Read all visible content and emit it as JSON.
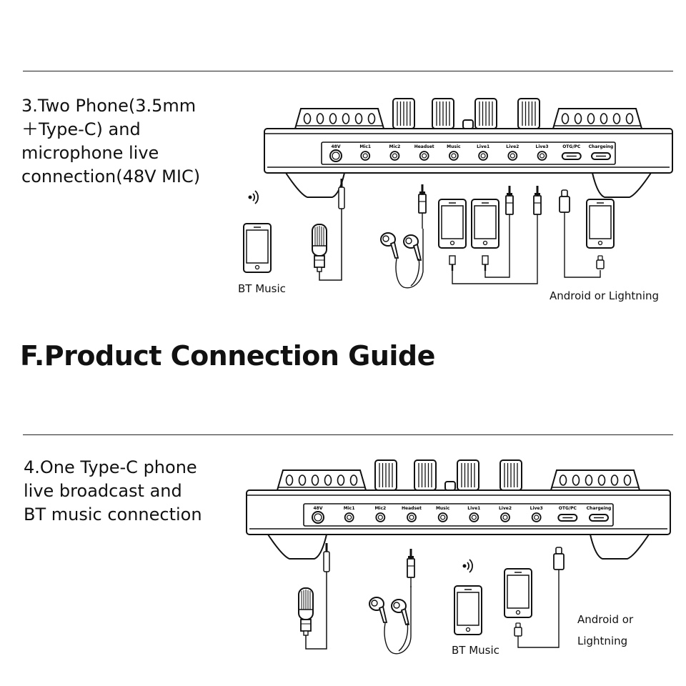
{
  "section3": {
    "title_lines": [
      "3.Two Phone(3.5mm",
      "＋Type-C) and",
      "microphone live",
      "connection(48V MIC)"
    ],
    "bt_music_label": "BT Music",
    "android_label": "Android or Lightning"
  },
  "main_heading": "F.Product Connection Guide",
  "section4": {
    "title_lines": [
      "4.One Type-C phone",
      "live broadcast and",
      "BT music connection"
    ],
    "bt_music_label": "BT Music",
    "android_label_lines": [
      "Android or",
      "Lightning"
    ]
  },
  "ports": [
    "48V",
    "Mic1",
    "Mic2",
    "Headset",
    "Music",
    "Live1",
    "Live2",
    "Live3",
    "OTG/PC",
    "Chargeing"
  ],
  "icons": [
    "bluetooth-icon",
    "phone-icon",
    "microphone-icon",
    "earphones-icon",
    "jack-plug-icon",
    "usb-c-plug-icon"
  ]
}
